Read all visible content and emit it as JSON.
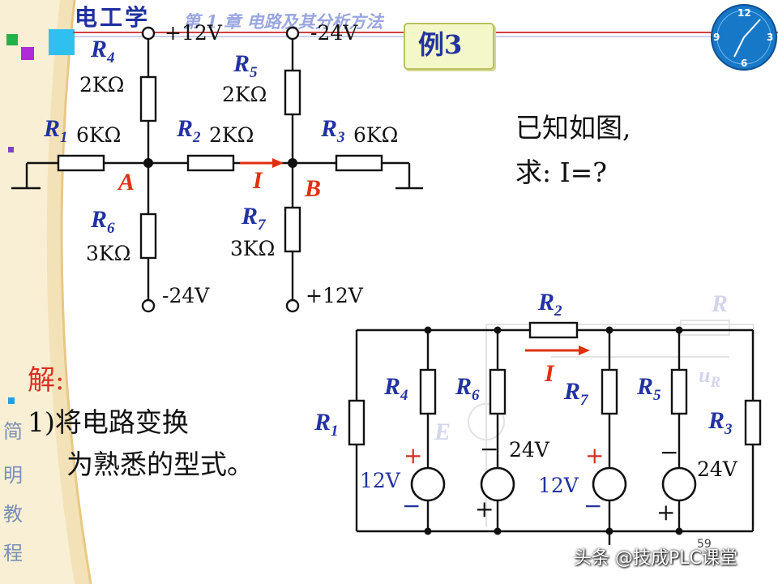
{
  "header": {
    "course_title": "电工学",
    "chapter_title": "第 1 章   电路及其分析方法",
    "example_tag": "例3"
  },
  "sidebar": {
    "chars": [
      "简",
      "明",
      "教",
      "程"
    ]
  },
  "clock": {
    "numbers": [
      "12",
      "3",
      "6",
      "9"
    ]
  },
  "circuit_top": {
    "r4": {
      "letter": "R",
      "sub": "4",
      "value": "2KΩ"
    },
    "r5": {
      "letter": "R",
      "sub": "5",
      "value": "2KΩ"
    },
    "r1": {
      "letter": "R",
      "sub": "1",
      "value": "6KΩ"
    },
    "r2": {
      "letter": "R",
      "sub": "2",
      "value": "2KΩ"
    },
    "r3": {
      "letter": "R",
      "sub": "3",
      "value": "6KΩ"
    },
    "r6": {
      "letter": "R",
      "sub": "6",
      "value": "3KΩ"
    },
    "r7": {
      "letter": "R",
      "sub": "7",
      "value": "3KΩ"
    },
    "v_top_left": "+12V",
    "v_top_right": "-24V",
    "v_bottom_left": "-24V",
    "v_bottom_right": "+12V",
    "node_a": "A",
    "node_b": "B",
    "current": "I"
  },
  "problem": {
    "line1": "已知如图,",
    "line2": "求:  I=?"
  },
  "solution": {
    "heading": "解:",
    "step1_line1": "1)将电路变换",
    "step1_line2": "为熟悉的型式。"
  },
  "circuit_bottom": {
    "r1": {
      "letter": "R",
      "sub": "1"
    },
    "r2": {
      "letter": "R",
      "sub": "2"
    },
    "r3": {
      "letter": "R",
      "sub": "3"
    },
    "r4": {
      "letter": "R",
      "sub": "4"
    },
    "r5": {
      "letter": "R",
      "sub": "5"
    },
    "r6": {
      "letter": "R",
      "sub": "6"
    },
    "r7": {
      "letter": "R",
      "sub": "7"
    },
    "current": "I",
    "src1_value": "12V",
    "src2_value": "24V",
    "src3_value": "12V",
    "src4_value": "24V",
    "plus": "+",
    "minus": "−"
  },
  "faded_background": {
    "r_label": "R",
    "ur_label": "u",
    "ur_sub": "R",
    "e_label": "E"
  },
  "footer": {
    "page_number": "59",
    "watermark": "头条 @技成PLC课堂"
  },
  "colors": {
    "accent_red": "#e03010",
    "label_blue": "#2233a0",
    "wire": "#111111",
    "tag_bg": "#f4f7c8",
    "tag_border": "#b8c060",
    "clock_blue": "#1878c8"
  }
}
